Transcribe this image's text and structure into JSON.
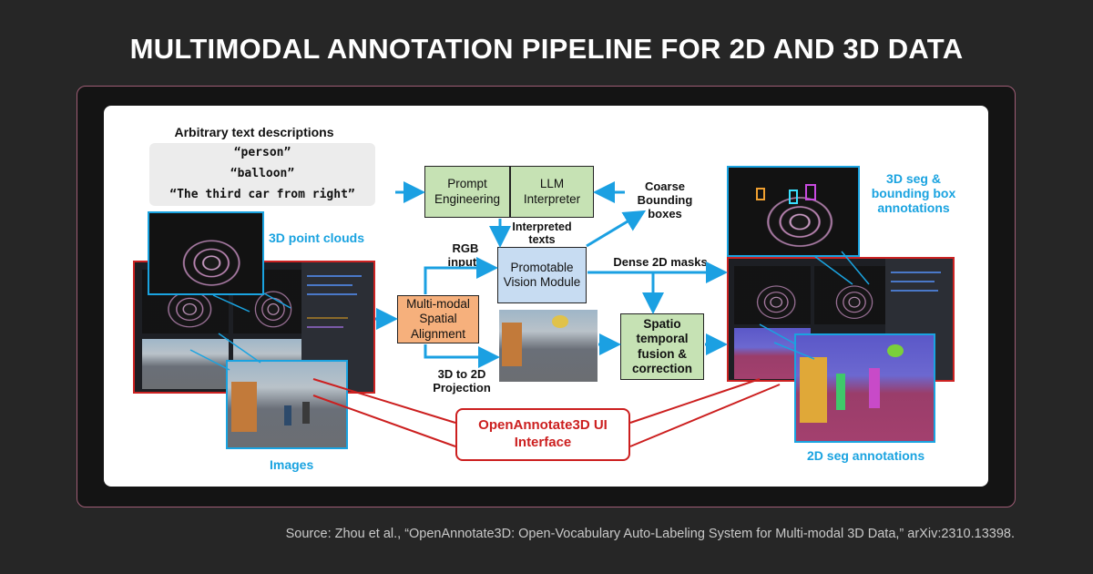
{
  "title": "MULTIMODAL ANNOTATION PIPELINE FOR 2D AND 3D DATA",
  "source": "Source: Zhou et al., “OpenAnnotate3D: Open-Vocabulary Auto-Labeling System for Multi-modal 3D Data,” arXiv:2310.13398.",
  "colors": {
    "accent_blue": "#1aa3e0",
    "ui_red": "#cc1f1f",
    "box_green": "#c6e2b4",
    "box_blue": "#c7dcf2",
    "box_orange": "#f6b07c",
    "arrow_blue": "#1ba0e2"
  },
  "diagram": {
    "text_descriptions": {
      "heading": "Arbitrary text descriptions",
      "examples": [
        "“person”",
        "“balloon”",
        "“The third car from right”"
      ]
    },
    "inputs": {
      "point_clouds_label": "3D point clouds",
      "images_label": "Images"
    },
    "blocks": {
      "prompt_engineering": "Prompt Engineering",
      "llm_interpreter": "LLM Interpreter",
      "promotable_vision": "Promotable Vision Module",
      "spatial_alignment": "Multi-modal Spatial Alignment",
      "fusion": "Spatio temporal fusion & correction"
    },
    "edge_labels": {
      "coarse_boxes": "Coarse Bounding boxes",
      "interpreted_texts": "Interpreted texts",
      "rgb_inputs": "RGB inputs",
      "dense_masks": "Dense 2D masks",
      "projection": "3D to 2D Projection"
    },
    "ui": {
      "label": "OpenAnnotate3D UI Interface"
    },
    "outputs": {
      "seg3d_label": "3D seg & bounding box annotations",
      "seg2d_label": "2D seg annotations"
    }
  }
}
